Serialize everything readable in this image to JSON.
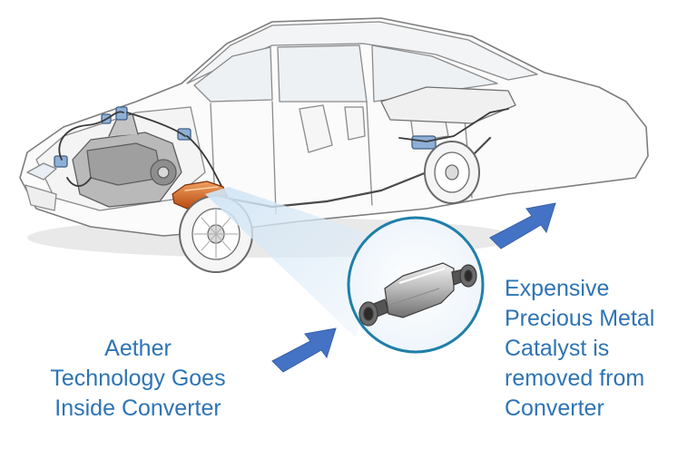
{
  "captions": {
    "left": [
      "Aether",
      "Technology Goes",
      "Inside Converter"
    ],
    "right": [
      "Expensive",
      "Precious Metal",
      "Catalyst is",
      "removed from",
      "Converter"
    ]
  },
  "colors": {
    "caption_text": "#2e74b5",
    "arrow_fill": "#4472c4",
    "circle_border": "#1f7fa8",
    "converter_highlight": "#d4621a",
    "beam": "#b9d7ee"
  },
  "icons": {
    "car": "sedan-cutaway-illustration",
    "converter": "catalytic-converter-closeup",
    "arrows": "diagonal-block-arrow"
  }
}
